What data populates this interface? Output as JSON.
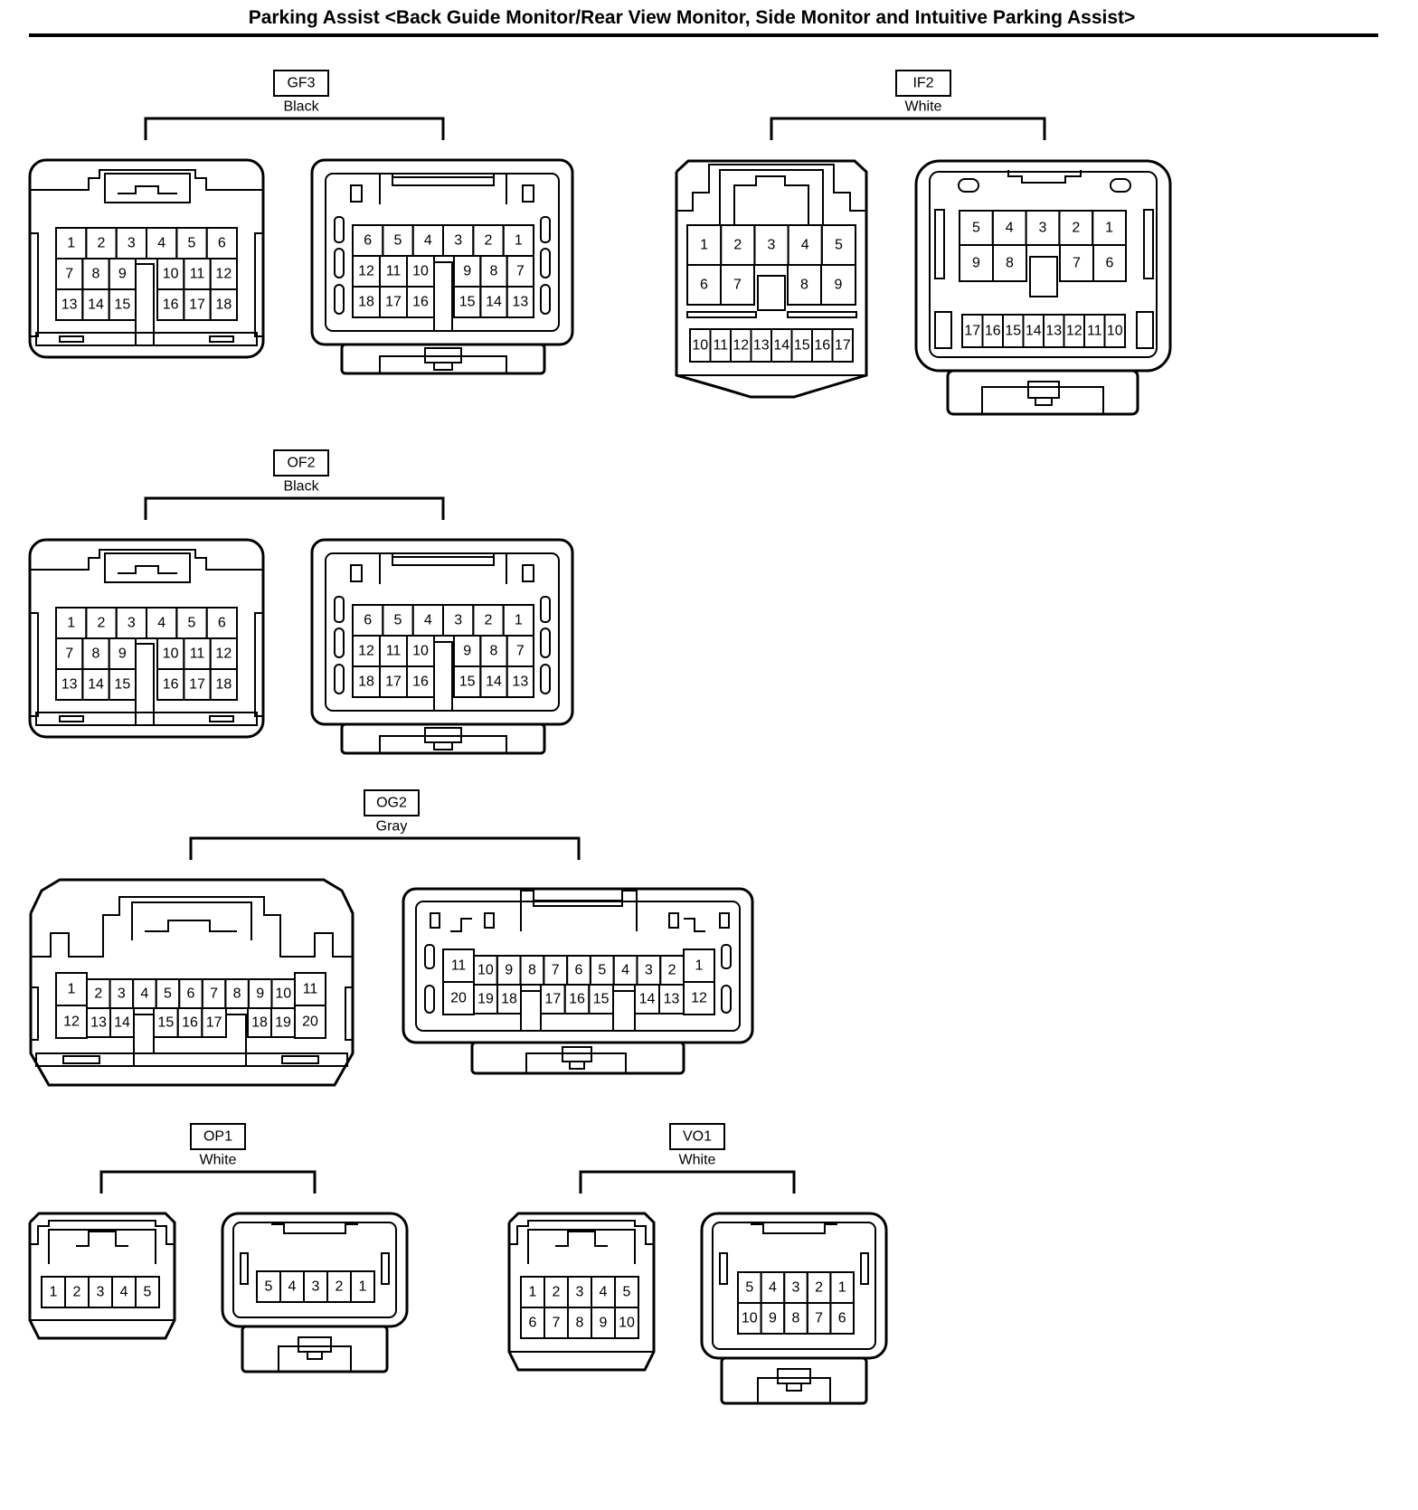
{
  "title": "Parking Assist <Back Guide Monitor/Rear View Monitor, Side Monitor and Intuitive Parking Assist>",
  "connectors": [
    {
      "id": "GF3",
      "code": "GF3",
      "color": "Black"
    },
    {
      "id": "IF2",
      "code": "IF2",
      "color": "White"
    },
    {
      "id": "OF2",
      "code": "OF2",
      "color": "Black"
    },
    {
      "id": "OG2",
      "code": "OG2",
      "color": "Gray"
    },
    {
      "id": "OP1",
      "code": "OP1",
      "color": "White"
    },
    {
      "id": "VO1",
      "code": "VO1",
      "color": "White"
    }
  ]
}
